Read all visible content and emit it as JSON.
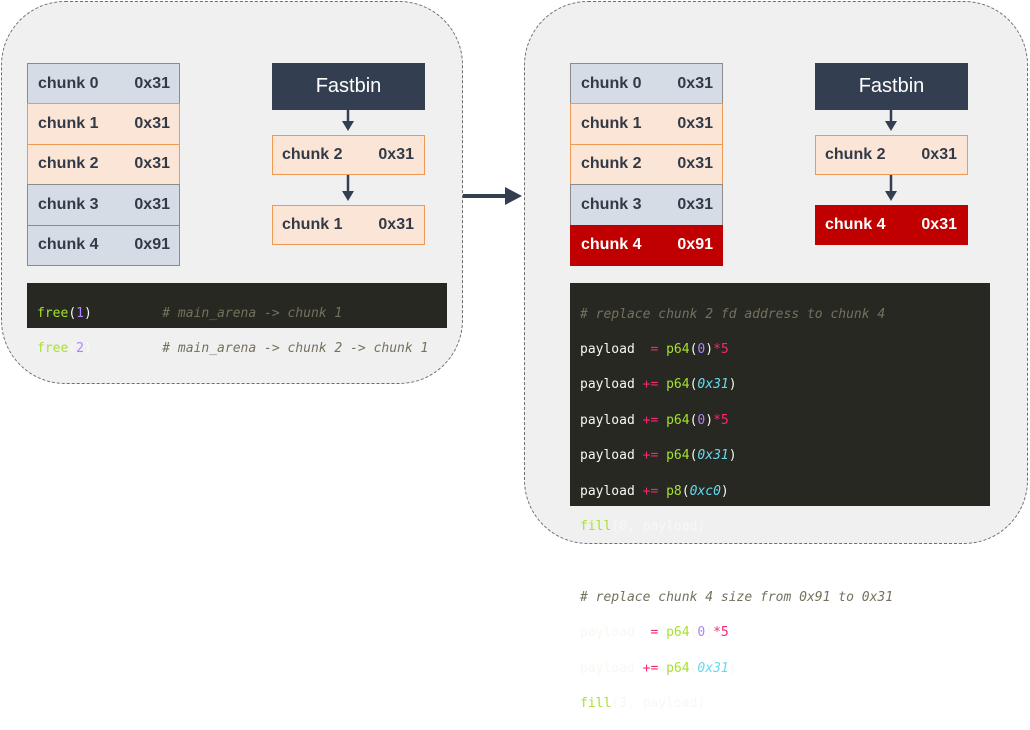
{
  "left": {
    "chunks": [
      {
        "name": "chunk 0",
        "size": "0x31",
        "color": "blue"
      },
      {
        "name": "chunk 1",
        "size": "0x31",
        "color": "orange"
      },
      {
        "name": "chunk 2",
        "size": "0x31",
        "color": "orange"
      },
      {
        "name": "chunk 3",
        "size": "0x31",
        "color": "blue"
      },
      {
        "name": "chunk 4",
        "size": "0x91",
        "color": "blue"
      }
    ],
    "fastbin": {
      "title": "Fastbin",
      "nodes": [
        {
          "name": "chunk 2",
          "size": "0x31"
        },
        {
          "name": "chunk 1",
          "size": "0x31"
        }
      ]
    },
    "code": [
      {
        "call": "free",
        "arg": "1",
        "comment": "# main_arena -> chunk 1"
      },
      {
        "call": "free",
        "arg": "2",
        "comment": "# main_arena -> chunk 2 -> chunk 1"
      }
    ]
  },
  "right": {
    "chunks": [
      {
        "name": "chunk 0",
        "size": "0x31",
        "color": "blue"
      },
      {
        "name": "chunk 1",
        "size": "0x31",
        "color": "orange"
      },
      {
        "name": "chunk 2",
        "size": "0x31",
        "color": "orange"
      },
      {
        "name": "chunk 3",
        "size": "0x31",
        "color": "blue"
      },
      {
        "name": "chunk 4",
        "size": "0x91",
        "color": "red"
      }
    ],
    "fastbin": {
      "title": "Fastbin",
      "nodes": [
        {
          "name": "chunk 2",
          "size": "0x31",
          "color": "orange"
        },
        {
          "name": "chunk 4",
          "size": "0x31",
          "color": "red"
        }
      ]
    },
    "code": {
      "comment1": "# replace chunk 2 fd address to chunk 4",
      "var": "payload",
      "assign": " = ",
      "append": " += ",
      "p64": "p64",
      "p8": "p8",
      "zero": "0",
      "times5": "*5",
      "hex31": "0x31",
      "hexc0": "0xc0",
      "fill": "fill",
      "fill1_idx": "0",
      "fill2_idx": "3",
      "comment2": "# replace chunk 4 size from 0x91 to 0x31"
    }
  },
  "colors": {
    "panel_bg": "#f0f0f0",
    "chunk_blue": "#d6dce5",
    "chunk_orange": "#fbe5d6",
    "chunk_red": "#c00000",
    "fastbin_title": "#333f50",
    "code_bg": "#272822",
    "arrow": "#333f50"
  }
}
